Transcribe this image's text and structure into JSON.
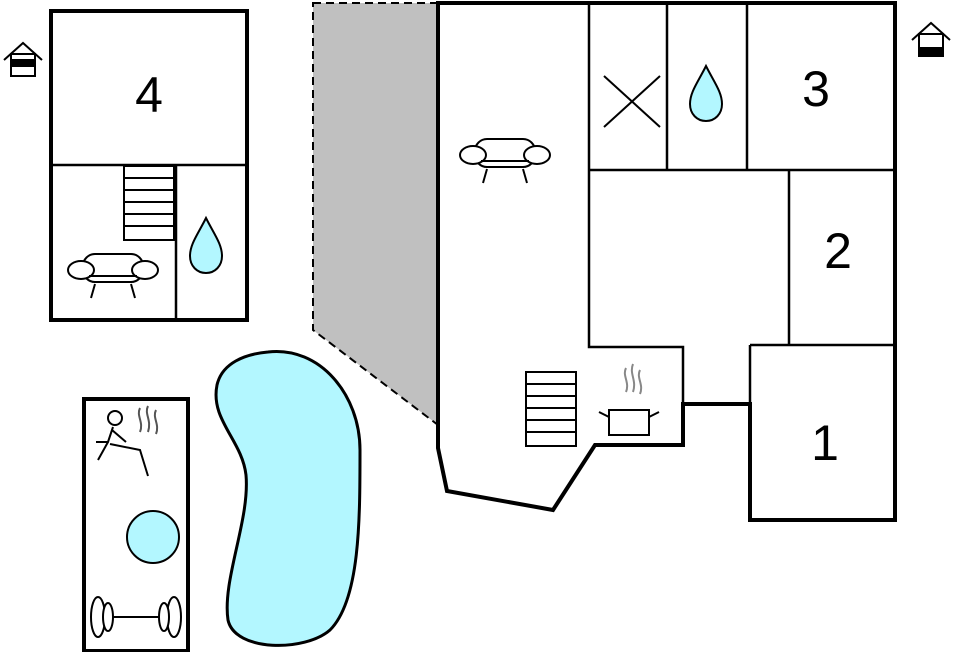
{
  "floorplan": {
    "rooms": [
      {
        "id": "room-1",
        "label": "1"
      },
      {
        "id": "room-2",
        "label": "2"
      },
      {
        "id": "room-3",
        "label": "3"
      },
      {
        "id": "room-4",
        "label": "4"
      }
    ],
    "icons": [
      "house-level-icon",
      "sofa-icon",
      "stairs-icon",
      "water-drop-icon",
      "cooking-pot-icon",
      "sauna-icon",
      "whirlpool-icon",
      "fitness-dumbbell-icon",
      "no-room-cross-icon"
    ],
    "colors": {
      "water": "#b3f7ff",
      "terrace": "#c0c0c0",
      "wall": "#000000"
    }
  }
}
